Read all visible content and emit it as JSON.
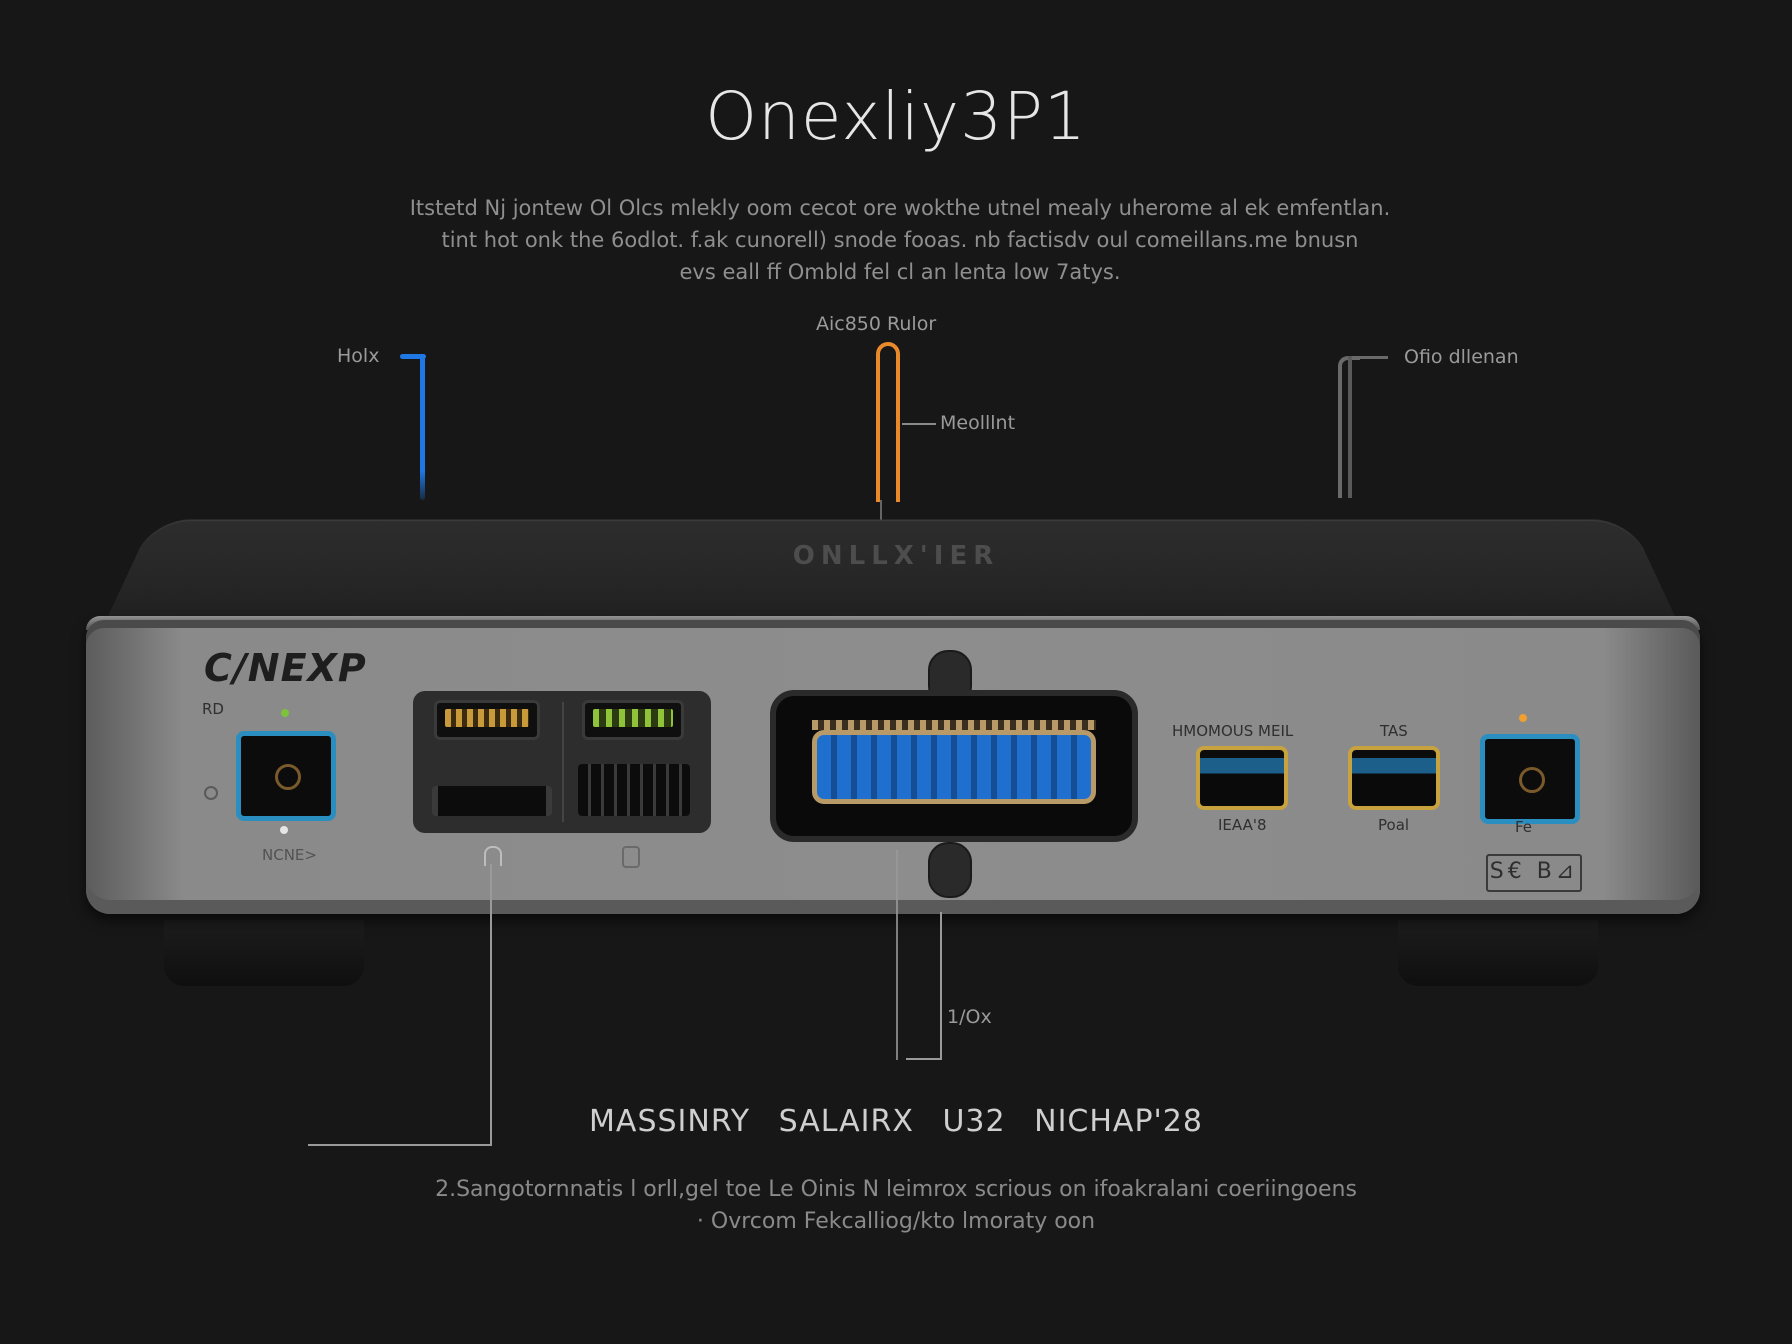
{
  "title": "Onexliy3P1",
  "intro_lines": [
    "Itstetd Nj jontew Ol Olcs mlekly oom cecot ore wokthe utnel mealy uherome al ek emfentlan.",
    "tint hot onk the 6odlot. f.ak cunorell) snode fooas. nb factisdv oul comeillans.me bnusn",
    "evs eall ff Ombld fel cl an lenta low 7atys."
  ],
  "callouts": {
    "left": {
      "label": "Holx",
      "color": "#1e78e6"
    },
    "center_top": {
      "label": "Aic850 Rulor",
      "color": "#e8892a"
    },
    "center_side": {
      "label": "Meolllnt"
    },
    "right": {
      "label": "Ofio dllenan",
      "color": "#6a6a6a"
    },
    "lower_center": {
      "label": "1/Ox"
    }
  },
  "device": {
    "top_logo": "ONLLX'IER",
    "front_brand": "C/NEXP",
    "left_section": {
      "label_top": "RD",
      "label_bottom": "NCNE>",
      "led_color": "#7cc23a"
    },
    "right_section": {
      "port1_top_label": "HMOMOUS MEIL",
      "port1_bottom_label": "IEAA'8",
      "port2_top_label": "TAS",
      "port2_bottom_label": "Poal",
      "port3_bottom_label": "Fe",
      "led_color": "#f0a030",
      "cert_mark": "S€ B⊿"
    },
    "colors": {
      "accent_blue": "#2a8fc0",
      "port_gold": "#c8a23e",
      "dsub_blue": "#1f6fcf",
      "usb_gold": "#c89a3a",
      "usb_green": "#8fc43a"
    }
  },
  "bottom_heading": {
    "left": "MASSINRY SALAIRX",
    "right": "U32 NICHAP'28"
  },
  "outro_lines": [
    "2.Sangotornnatis l orll,gel toe Le Oinis N leimrox scrious on ifoakralani coeriingoens",
    "· Ovrcom Fekcalliog/kto lmoraty oon"
  ]
}
